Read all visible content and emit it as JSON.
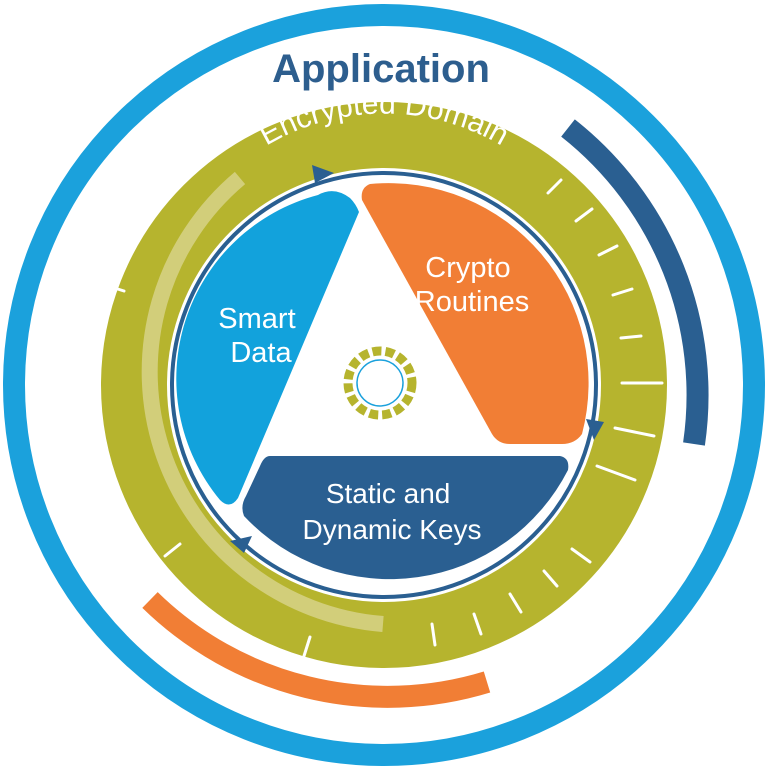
{
  "labels": {
    "outer": "Application",
    "ring": "Encrypted Domain",
    "smart_data": [
      "Smart",
      "Data"
    ],
    "crypto_routines": [
      "Crypto",
      "Routines"
    ],
    "keys": [
      "Static and",
      "Dynamic Keys"
    ]
  },
  "colors": {
    "outer_ring": "#1ba1dc",
    "outer_text": "#2d5e8e",
    "olive_ring": "#b6b42e",
    "olive_light": "#d4d07e",
    "navy": "#2a5f91",
    "orange": "#f17e35",
    "cyan": "#12a2dc",
    "white": "#ffffff"
  }
}
